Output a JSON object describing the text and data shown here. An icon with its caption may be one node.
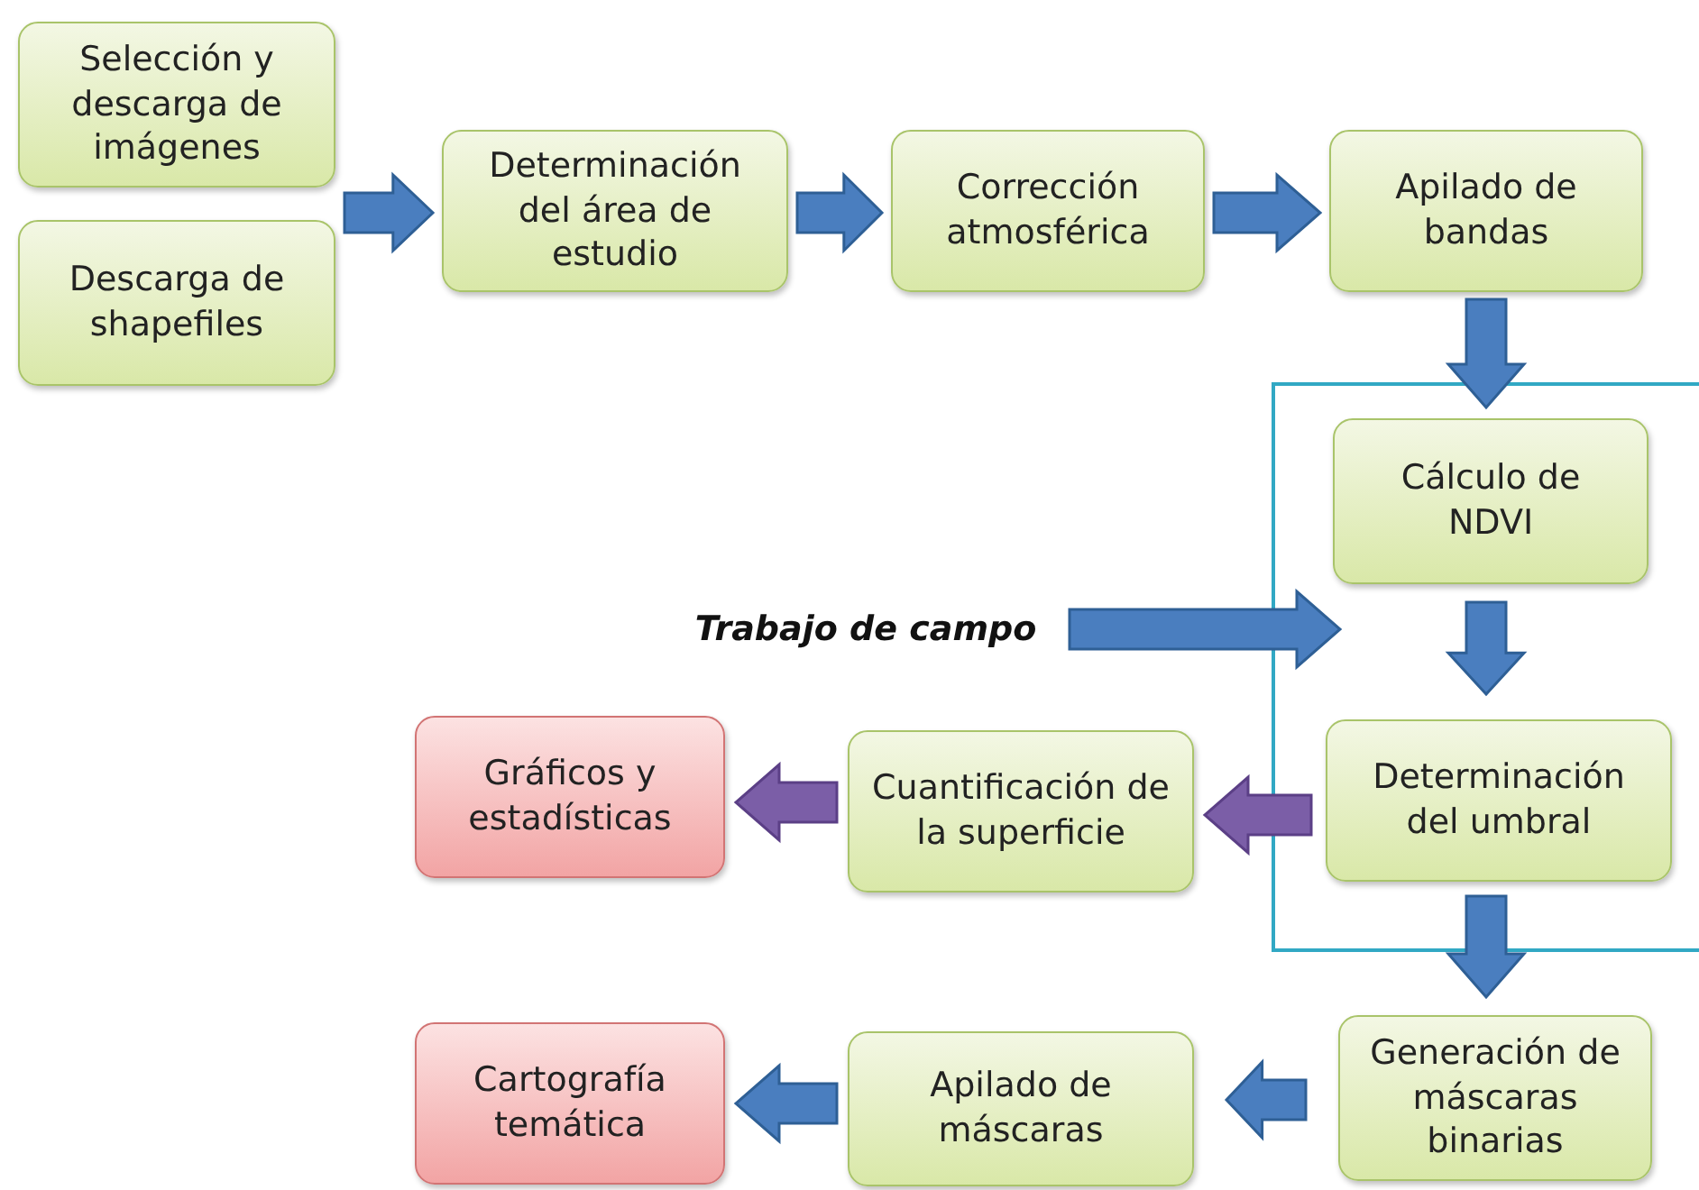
{
  "diagram": {
    "nodes": [
      {
        "text": [
          "Selección y descarga de imágenes"
        ]
      },
      {
        "text": [
          "Descarga de shapefiles"
        ]
      },
      {
        "text": [
          "Determinación del área de estudio"
        ]
      },
      {
        "text": [
          "Corrección atmosférica"
        ]
      },
      {
        "text": [
          "Apilado de bandas"
        ]
      },
      {
        "text": [],
        "shape": "box"
      },
      {
        "text": [
          "Cálculo de NDVI"
        ],
        "in": 5
      },
      {
        "text": [
          "Trabajo de campo"
        ]
      },
      {
        "text": [
          "Gráficos y estadísticas"
        ]
      },
      {
        "text": [
          "Cuantificación de la superficie"
        ]
      },
      {
        "text": [
          "Determinación del umbral"
        ],
        "in": 5
      },
      {
        "text": [
          "Cartografía temática"
        ]
      },
      {
        "text": [
          "Apilado de máscaras"
        ]
      },
      {
        "text": [
          "Generación de máscaras binarias"
        ]
      }
    ],
    "edges": [
      {
        "from": 0,
        "to": 2,
        "arrow": "to"
      },
      {
        "from": 1,
        "to": 2,
        "arrow": "to"
      },
      {
        "from": 2,
        "to": 3,
        "arrow": "to"
      },
      {
        "from": 3,
        "to": 4,
        "arrow": "to"
      },
      {
        "from": 4,
        "to": 6,
        "arrow": "to"
      },
      {
        "from": 6,
        "to": 10,
        "arrow": "to"
      },
      {
        "from": 7,
        "to": 5,
        "arrow": "to"
      },
      {
        "from": 10,
        "to": 9,
        "arrow": "to",
        "color": "#7b5ea7"
      },
      {
        "from": 9,
        "to": 8,
        "arrow": "to",
        "color": "#7b5ea7"
      },
      {
        "from": 10,
        "to": 13,
        "arrow": "to"
      },
      {
        "from": 13,
        "to": 12,
        "arrow": "to"
      },
      {
        "from": 12,
        "to": 11,
        "arrow": "to"
      }
    ]
  }
}
